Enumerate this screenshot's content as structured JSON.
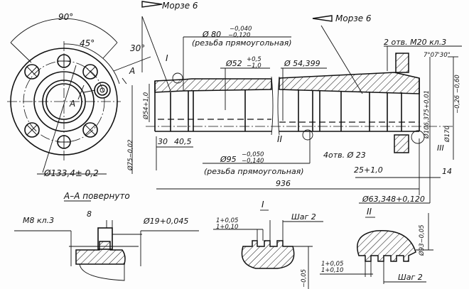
{
  "title": "Technical drawing of shaft with Morse taper",
  "labels": {
    "morse_left": "Морзе 6",
    "morse_right": "Морзе 6",
    "d80": "Ø 80",
    "d80_tol_upper": "−0,040",
    "d80_tol_lower": "−0,120",
    "thread_note_top": "(резьба прямоугольная)",
    "d52": "Ø52",
    "d52_tol_upper": "+0,5",
    "d52_tol_lower": "−1,0",
    "d54399": "Ø 54,399",
    "holes_m20": "2 отв. M20 кл.3",
    "angle_7": "7°07'30\"",
    "detail_I": "I",
    "angle_30": "30°",
    "section_A_1": "A",
    "section_A_2": "A",
    "angle_90": "90°",
    "angle_45": "45°",
    "d54": "Ø54+1,0",
    "d75": "Ø75−0,02",
    "dim_30": "30",
    "dim_40_5": "40,5",
    "detail_II": "II",
    "detail_III": "III",
    "d95": "Ø95",
    "d95_tol_upper": "−0,050",
    "d95_tol_lower": "−0,140",
    "thread_note_bottom": "(резьба прямоугольная)",
    "holes_d23": "4отв. Ø 23",
    "dim_25": "25+1,0",
    "dim_14": "14",
    "dim_936": "936",
    "d133": "Ø133,4± 0,2",
    "section_title": "А–А повернуто",
    "d63": "Ø63,348+0,120",
    "d106": "Ø106,375+0,01",
    "d170": "Ø170",
    "d170_tol": "−0,26 −0,60"
  },
  "details": {
    "detail_I_title": "I",
    "m8": "M8 кл.3",
    "dim_8": "8",
    "d19": "Ø19+0,045",
    "I_tol_a": "1+0,05",
    "I_tol_b": "1+0,10",
    "I_pitch": "Шаг 2",
    "detail_II_title": "II",
    "d93": "Ø93−0,05",
    "II_tol_a": "1+0,05",
    "II_tol_b": "1+0,10",
    "II_pitch": "Шаг 2",
    "tol_005": "−0,05"
  }
}
